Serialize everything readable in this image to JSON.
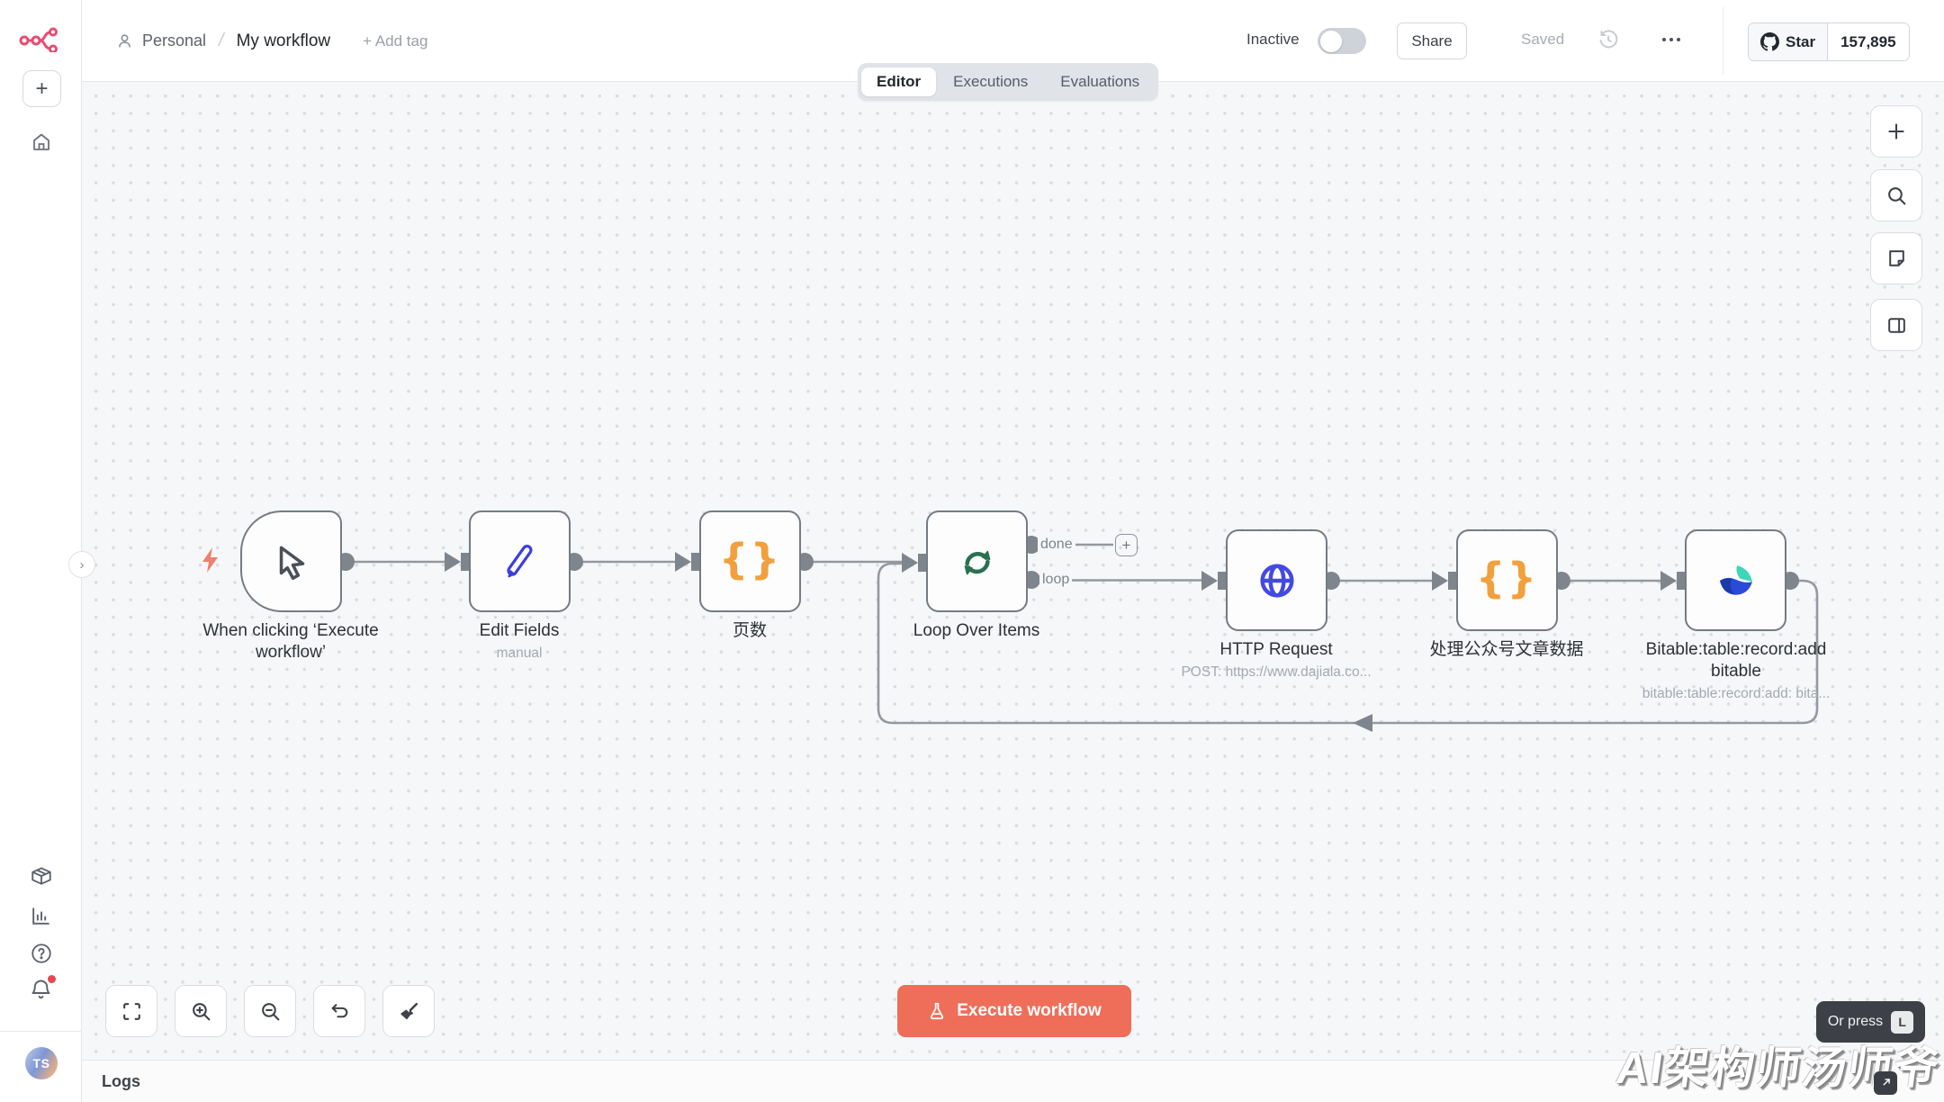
{
  "header": {
    "breadcrumb": {
      "project": "Personal",
      "separator": "/",
      "workflow": "My workflow",
      "add_tag": "+ Add tag"
    },
    "activation": {
      "label": "Inactive",
      "enabled": false
    },
    "share_label": "Share",
    "saved_label": "Saved",
    "github": {
      "star_label": "Star",
      "star_count": "157,895"
    }
  },
  "tabs": {
    "editor": "Editor",
    "executions": "Executions",
    "evaluations": "Evaluations",
    "active": "Editor"
  },
  "sidebar": {
    "avatar_initials": "TS"
  },
  "canvas": {
    "nodes": [
      {
        "name": "When clicking ‘Execute workflow’",
        "subtitle": "",
        "icon": "cursor-icon"
      },
      {
        "name": "Edit Fields",
        "subtitle": "manual",
        "icon": "pen-icon"
      },
      {
        "name": "页数",
        "subtitle": "",
        "icon": "code-braces-icon"
      },
      {
        "name": "Loop Over Items",
        "subtitle": "",
        "icon": "loop-icon"
      },
      {
        "name": "HTTP Request",
        "subtitle": "POST: https://www.dajiala.co...",
        "icon": "globe-icon"
      },
      {
        "name": "处理公众号文章数据",
        "subtitle": "",
        "icon": "code-braces-icon"
      },
      {
        "name": "Bitable:table:record:add bitable",
        "subtitle": "bitable:table:record:add: bita...",
        "icon": "bitable-icon"
      }
    ],
    "connection_labels": {
      "done": "done",
      "loop": "loop"
    }
  },
  "glyphs": {
    "plus": "+",
    "chevron": "›",
    "braces": "{}",
    "question": "?"
  },
  "controls": {
    "execute_button": "Execute workflow",
    "shortcut_tooltip": {
      "text": "Or press",
      "key": "L"
    }
  },
  "logs_panel": {
    "title": "Logs"
  },
  "watermark": "AI架构师汤师爷",
  "colors": {
    "accent": "#ee6e5a",
    "brand": "#ea4b71",
    "code_icon": "#f2a03d",
    "loop_icon": "#2a7050",
    "http_icon": "#4449e2",
    "pen_icon": "#3d3ee0"
  }
}
